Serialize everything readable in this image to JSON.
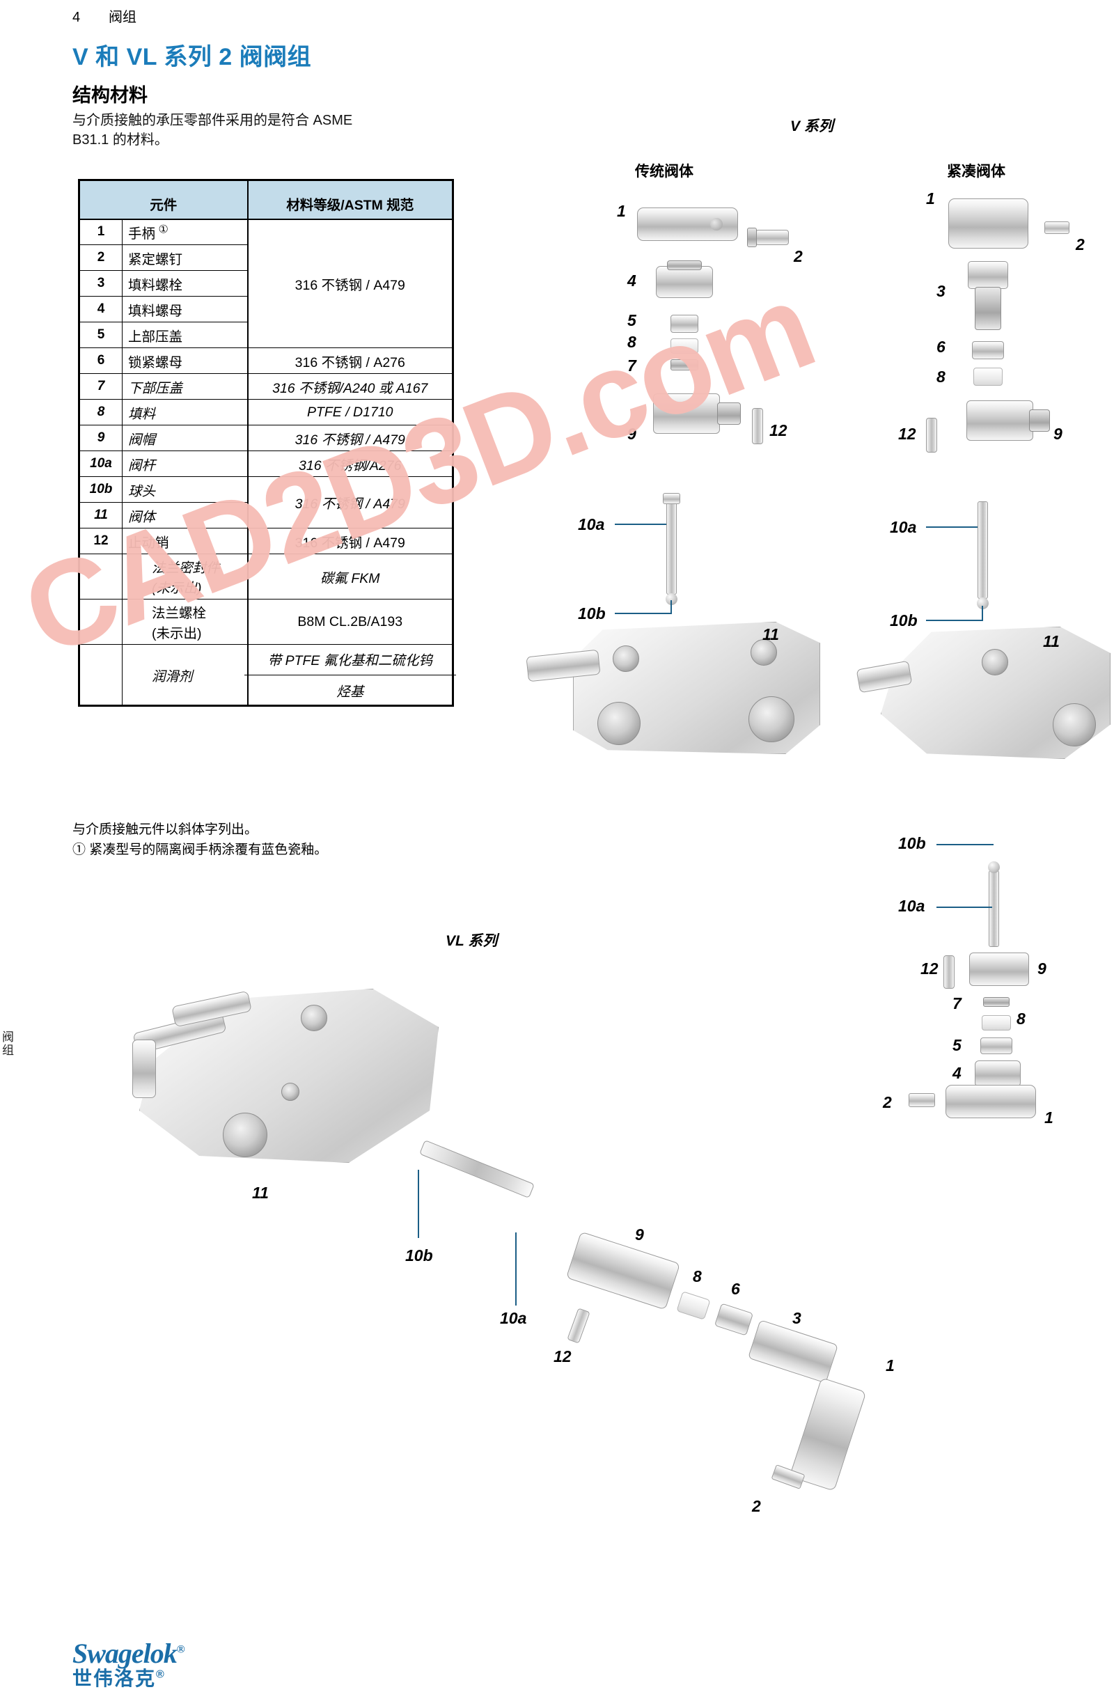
{
  "header": {
    "page_number": "4",
    "section": "阀组"
  },
  "title": "V 和 VL 系列 2 阀阀组",
  "section_title": "结构材料",
  "intro": "与介质接触的承压零部件采用的是符合 ASME B31.1 的材料。",
  "table": {
    "headers": [
      "元件",
      "材料等级/ASTM 规范"
    ],
    "rows": [
      {
        "num": "1",
        "name": "手柄",
        "footnote": "①",
        "italic": false,
        "material": "316 不锈钢 / A479",
        "mat_italic": false,
        "mat_rowspan": 5
      },
      {
        "num": "2",
        "name": "紧定螺钉",
        "footnote": "",
        "italic": false
      },
      {
        "num": "3",
        "name": "填料螺栓",
        "footnote": "",
        "italic": false
      },
      {
        "num": "4",
        "name": "填料螺母",
        "footnote": "",
        "italic": false
      },
      {
        "num": "5",
        "name": "上部压盖",
        "footnote": "",
        "italic": false
      },
      {
        "num": "6",
        "name": "锁紧螺母",
        "footnote": "",
        "italic": false,
        "material": "316 不锈钢 / A276",
        "mat_italic": false,
        "mat_rowspan": 1
      },
      {
        "num": "7",
        "name": "下部压盖",
        "footnote": "",
        "italic": true,
        "material": "316 不锈钢/A240 或 A167",
        "mat_italic": true,
        "mat_rowspan": 1
      },
      {
        "num": "8",
        "name": "填料",
        "footnote": "",
        "italic": true,
        "material": "PTFE / D1710",
        "mat_italic": true,
        "mat_rowspan": 1
      },
      {
        "num": "9",
        "name": "阀帽",
        "footnote": "",
        "italic": true,
        "material": "316 不锈钢 / A479",
        "mat_italic": true,
        "mat_rowspan": 1
      },
      {
        "num": "10a",
        "name": "阀杆",
        "footnote": "",
        "italic": true,
        "material": "316 不锈钢/A276",
        "mat_italic": true,
        "mat_rowspan": 1
      },
      {
        "num": "10b",
        "name": "球头",
        "footnote": "",
        "italic": true,
        "material": "316 不锈钢 / A479",
        "mat_italic": true,
        "mat_rowspan": 2
      },
      {
        "num": "11",
        "name": "阀体",
        "footnote": "",
        "italic": true
      },
      {
        "num": "12",
        "name": "止动销",
        "footnote": "",
        "italic": false,
        "material": "316 不锈钢 / A479",
        "mat_italic": false,
        "mat_rowspan": 1
      },
      {
        "num": "",
        "name": "法兰密封件\n(未示出)",
        "footnote": "",
        "italic": true,
        "material": "碳氟 FKM",
        "mat_italic": true,
        "mat_rowspan": 1
      },
      {
        "num": "",
        "name": "法兰螺栓\n(未示出)",
        "footnote": "",
        "italic": false,
        "material": "B8M CL.2B/A193",
        "mat_italic": false,
        "mat_rowspan": 1
      },
      {
        "num": "",
        "name": "润滑剂",
        "footnote": "",
        "italic": true,
        "material": "带 PTFE 氟化基和二硫化钨",
        "mat_italic": true,
        "mat_rowspan": 1,
        "material2": "烃基"
      }
    ]
  },
  "footnotes": [
    "与介质接触元件以斜体字列出。",
    "① 紧凑型号的隔离阀手柄涂覆有蓝色瓷釉。"
  ],
  "diagrams": {
    "v_series_title": "V 系列",
    "v_conventional_body": "传统阀体",
    "v_compact_body": "紧凑阀体",
    "vl_series_title": "VL 系列",
    "v_conventional_callouts": [
      "1",
      "2",
      "4",
      "5",
      "8",
      "7",
      "9",
      "12",
      "10a",
      "10b",
      "11"
    ],
    "v_compact_callouts": [
      "1",
      "2",
      "3",
      "6",
      "8",
      "12",
      "9",
      "10a",
      "10b",
      "11",
      "10b",
      "10a",
      "12",
      "9",
      "7",
      "8",
      "5",
      "4",
      "2",
      "1"
    ],
    "vl_callouts": [
      "11",
      "10b",
      "10a",
      "12",
      "9",
      "8",
      "6",
      "3",
      "1",
      "2"
    ]
  },
  "watermark": "CAD2D3D.com",
  "side_tab": "阀组",
  "footer": {
    "logo_en": "Swagelok",
    "logo_cn": "世伟洛克",
    "registered": "®"
  }
}
